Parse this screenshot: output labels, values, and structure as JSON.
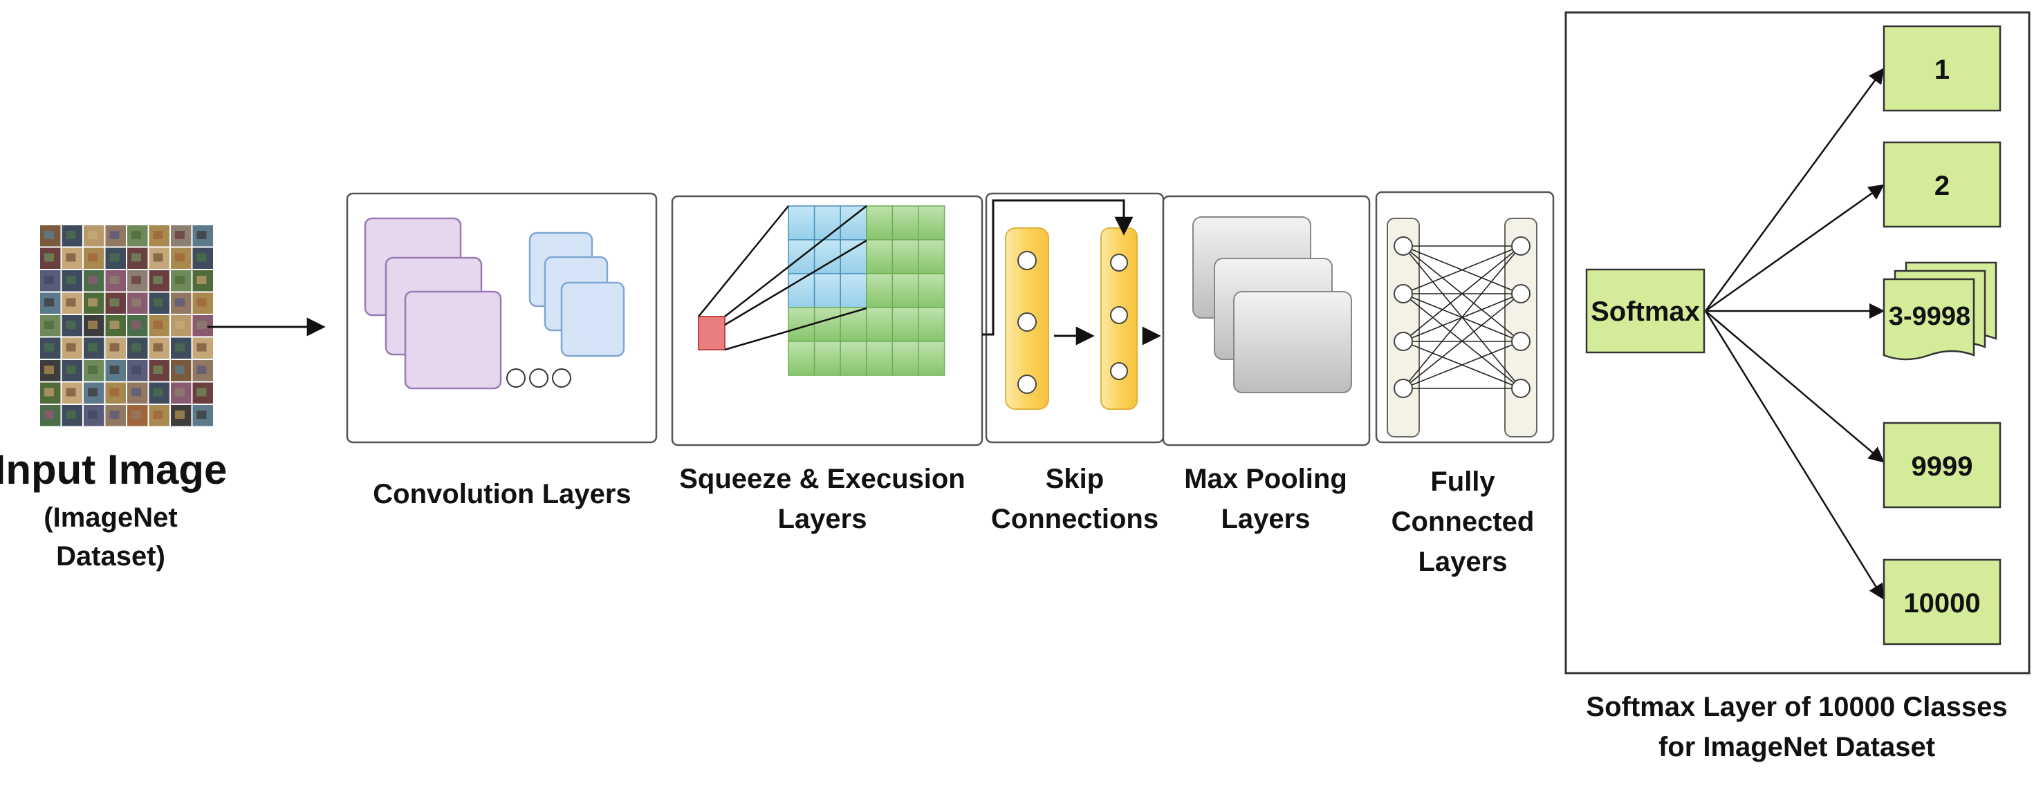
{
  "labels": {
    "input_title": "Input Image",
    "input_sub1": "(ImageNet",
    "input_sub2": "Dataset)",
    "conv": "Convolution Layers",
    "se1": "Squeeze & Execusion",
    "se2": "Layers",
    "skip1": "Skip",
    "skip2": "Connections",
    "pool1": "Max Pooling",
    "pool2": "Layers",
    "fc1": "Fully",
    "fc2": "Connected",
    "fc3": "Layers",
    "softmax_cap1": "Softmax Layer of 10000 Classes",
    "softmax_cap2": "for ImageNet Dataset"
  },
  "softmax": {
    "node_label": "Softmax",
    "outputs": [
      "1",
      "2",
      "3-9998",
      "9999",
      "10000"
    ]
  },
  "colors": {
    "conv_purple": "#e6d6ee",
    "conv_purple_border": "#9b7bb3",
    "conv_blue": "#d6e4f7",
    "conv_blue_border": "#7fa6d4",
    "se_blue": "#a8d8ee",
    "se_green": "#9fd18a",
    "se_red": "#ea7d7d",
    "skip_yellow": "#fbd86a",
    "pool_gray": "#c8c8c8",
    "fc_panel": "#f4f2e6",
    "softmax_green": "#d4ec9a"
  }
}
